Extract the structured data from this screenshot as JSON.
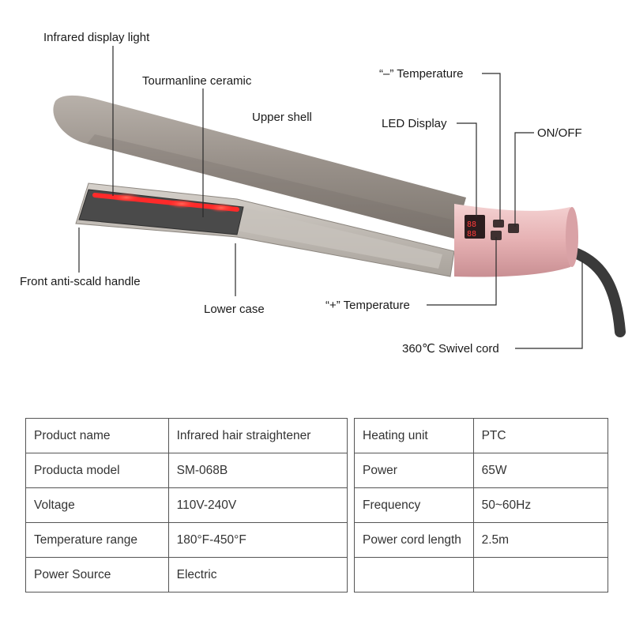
{
  "callouts": {
    "infrared": "Infrared display light",
    "tourmaline": "Tourmanline ceramic",
    "upper_shell": "Upper shell",
    "minus_temp": "“–” Temperature",
    "led": "LED Display",
    "onoff": "ON/OFF",
    "front_handle": "Front anti-scald handle",
    "lower_case": "Lower case",
    "plus_temp": "“+” Temperature",
    "swivel": "360℃ Swivel cord"
  },
  "colors": {
    "shell": "#9a928b",
    "handle_pink": "#e6b1b3",
    "infrared": "#ff2a2a",
    "plate": "#4a4a4a",
    "cord": "#3a3a3a"
  },
  "spec_left": [
    {
      "key": "Product name",
      "value": "Infrared hair straightener"
    },
    {
      "key": "Producta model",
      "value": "SM-068B"
    },
    {
      "key": "Voltage",
      "value": "110V-240V"
    },
    {
      "key": "Temperature range",
      "value": "180°F-450°F"
    },
    {
      "key": "Power Source",
      "value": "Electric"
    }
  ],
  "spec_right": [
    {
      "key": "Heating unit",
      "value": "PTC"
    },
    {
      "key": "Power",
      "value": "65W"
    },
    {
      "key": "Frequency",
      "value": "50~60Hz"
    },
    {
      "key": "Power cord length",
      "value": "2.5m"
    },
    {
      "key": "",
      "value": ""
    }
  ]
}
